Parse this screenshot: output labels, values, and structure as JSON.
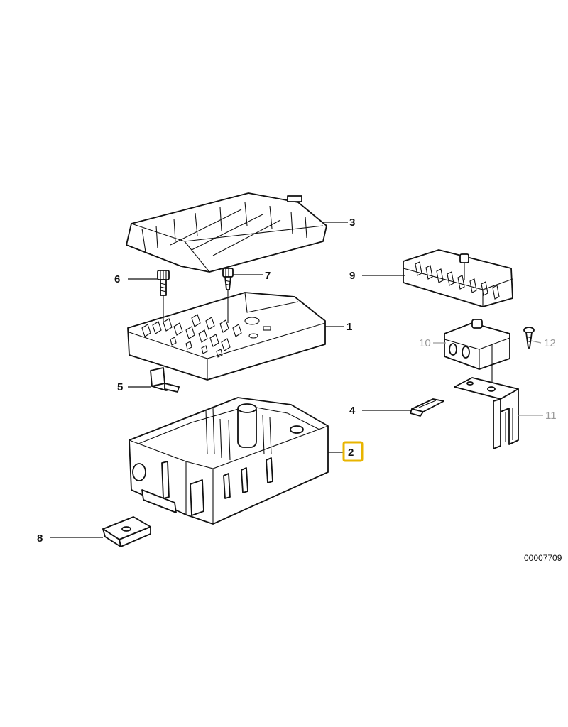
{
  "diagram": {
    "reference_number": "00007709",
    "highlight_color": "#e8b400",
    "callouts": [
      {
        "id": "1",
        "label": "1",
        "style": "normal"
      },
      {
        "id": "2",
        "label": "2",
        "style": "highlighted"
      },
      {
        "id": "3",
        "label": "3",
        "style": "normal"
      },
      {
        "id": "4",
        "label": "4",
        "style": "normal"
      },
      {
        "id": "5",
        "label": "5",
        "style": "normal"
      },
      {
        "id": "6",
        "label": "6",
        "style": "normal"
      },
      {
        "id": "7",
        "label": "7",
        "style": "normal"
      },
      {
        "id": "8",
        "label": "8",
        "style": "normal"
      },
      {
        "id": "9",
        "label": "9",
        "style": "normal"
      },
      {
        "id": "10",
        "label": "10",
        "style": "grey"
      },
      {
        "id": "11",
        "label": "11",
        "style": "grey"
      },
      {
        "id": "12",
        "label": "12",
        "style": "grey"
      }
    ]
  }
}
